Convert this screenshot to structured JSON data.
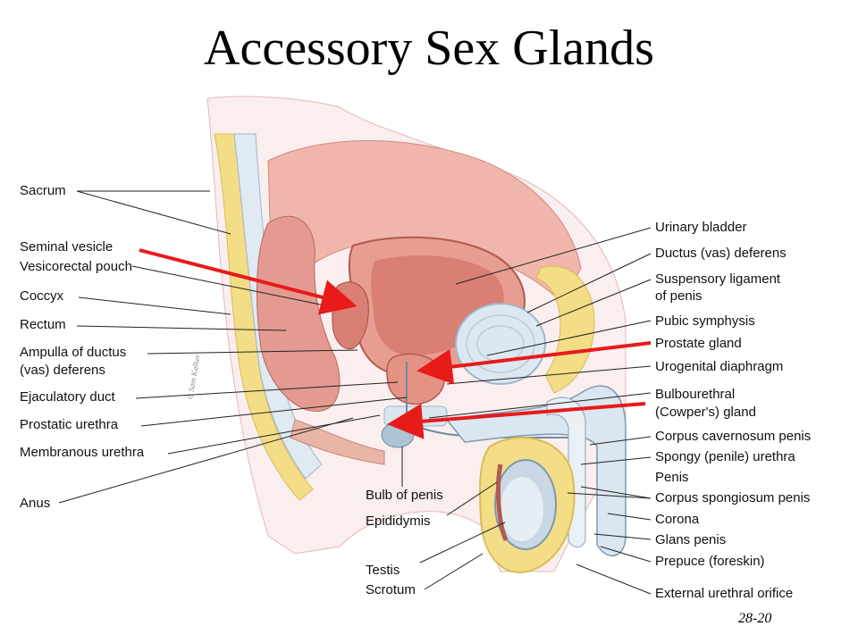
{
  "title": "Accessory Sex Glands",
  "slide_number": "28-20",
  "illustrator_signature": "© Sam Kalker",
  "colors": {
    "arrow": "#e81a1a",
    "tissue": "#e49a90",
    "fat": "#f1d77a",
    "bone": "#cfe0ee",
    "skin": "#f7dede",
    "leader": "#222222"
  },
  "labels": {
    "left": {
      "sacrum": "Sacrum",
      "seminal_vesicle": "Seminal vesicle",
      "vesicorectal_pouch": "Vesicorectal pouch",
      "coccyx": "Coccyx",
      "rectum": "Rectum",
      "ampulla_1": "Ampulla of ductus",
      "ampulla_2": "(vas) deferens",
      "ejaculatory_duct": "Ejaculatory duct",
      "prostatic_urethra": "Prostatic urethra",
      "membranous_urethra": "Membranous urethra",
      "anus": "Anus"
    },
    "bottom": {
      "bulb_of_penis": "Bulb of penis",
      "epididymis": "Epididymis",
      "testis": "Testis",
      "scrotum": "Scrotum"
    },
    "right": {
      "urinary_bladder": "Urinary bladder",
      "ductus_deferens": "Ductus (vas) deferens",
      "suspensory_1": "Suspensory ligament",
      "suspensory_2": "of penis",
      "pubic_symphysis": "Pubic symphysis",
      "prostate_gland": "Prostate gland",
      "urogenital_diaphragm": "Urogenital diaphragm",
      "bulbourethral_1": "Bulbourethral",
      "bulbourethral_2": "(Cowper's) gland",
      "corpus_cavernosum": "Corpus cavernosum penis",
      "spongy_urethra": "Spongy (penile) urethra",
      "penis": "Penis",
      "corpus_spongiosum": "Corpus spongiosum penis",
      "corona": "Corona",
      "glans_penis": "Glans penis",
      "prepuce": "Prepuce (foreskin)",
      "external_urethral_orifice": "External urethral orifice"
    }
  }
}
